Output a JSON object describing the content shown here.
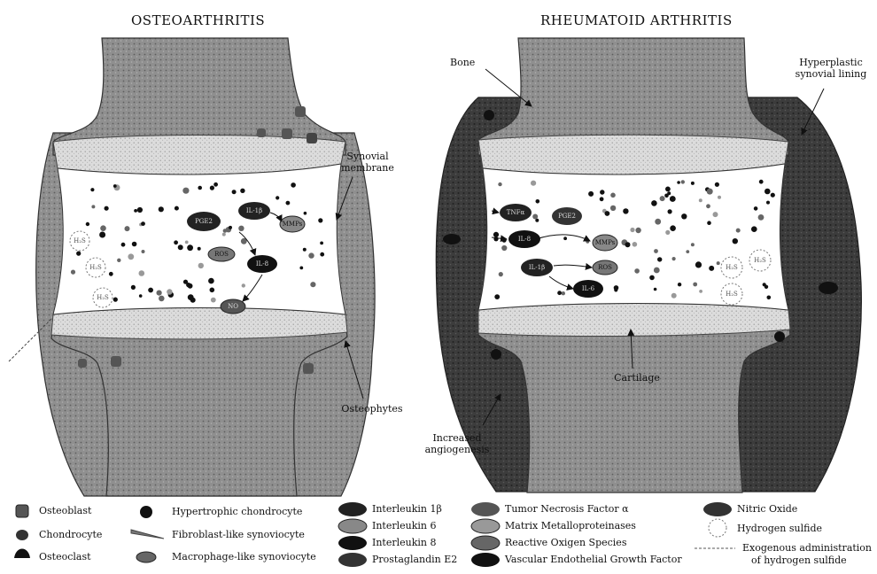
{
  "titles": {
    "left": "OSTEOARTHRITIS",
    "right": "RHEUMATOID ARTHRITIS"
  },
  "labels": {
    "bone": "Bone",
    "hyperplastic_line1": "Hyperplastic",
    "hyperplastic_line2": "synovial lining",
    "synovial_line1": "Synovial",
    "synovial_line2": "membrane",
    "osteophytes": "Osteophytes",
    "cartilage": "Cartilage",
    "angio_line1": "Increased",
    "angio_line2": "angiogenesis"
  },
  "cell_icons": {
    "il1b": "IL-1β",
    "il6": "IL-6",
    "il8": "IL-8",
    "pge2": "PGE2",
    "tnfa": "TNFα",
    "mmps": "MMPs",
    "ros": "ROS",
    "vegf": "VEGF",
    "no": "NO",
    "h2s": "H₂S"
  },
  "legend": {
    "col1": [
      "Osteoblast",
      "Chondrocyte",
      "Osteoclast"
    ],
    "col2": [
      "Hypertrophic chondrocyte",
      "Fibroblast-like synoviocyte",
      "Macrophage-like synoviocyte"
    ],
    "col3": [
      "Interleukin 1β",
      "Interleukin 6",
      "Interleukin 8",
      "Prostaglandin E2"
    ],
    "col4": [
      "Tumor Necrosis Factor α",
      "Matrix Metalloproteinases",
      "Reactive Oxigen Species",
      "Vascular Endothelial Growth Factor"
    ],
    "col5": [
      "Nitric Oxide",
      "Hydrogen sulfide",
      "Exogenous administration",
      "of hydrogen sulfide"
    ]
  },
  "colors": {
    "bone": "#8a8a8a",
    "synovium_oa": "#9a9a9a",
    "synovium_ra": "#3a3a3a",
    "cartilage": "#d2d2d2",
    "fluid": "#ffffff",
    "ink": "#111111"
  }
}
